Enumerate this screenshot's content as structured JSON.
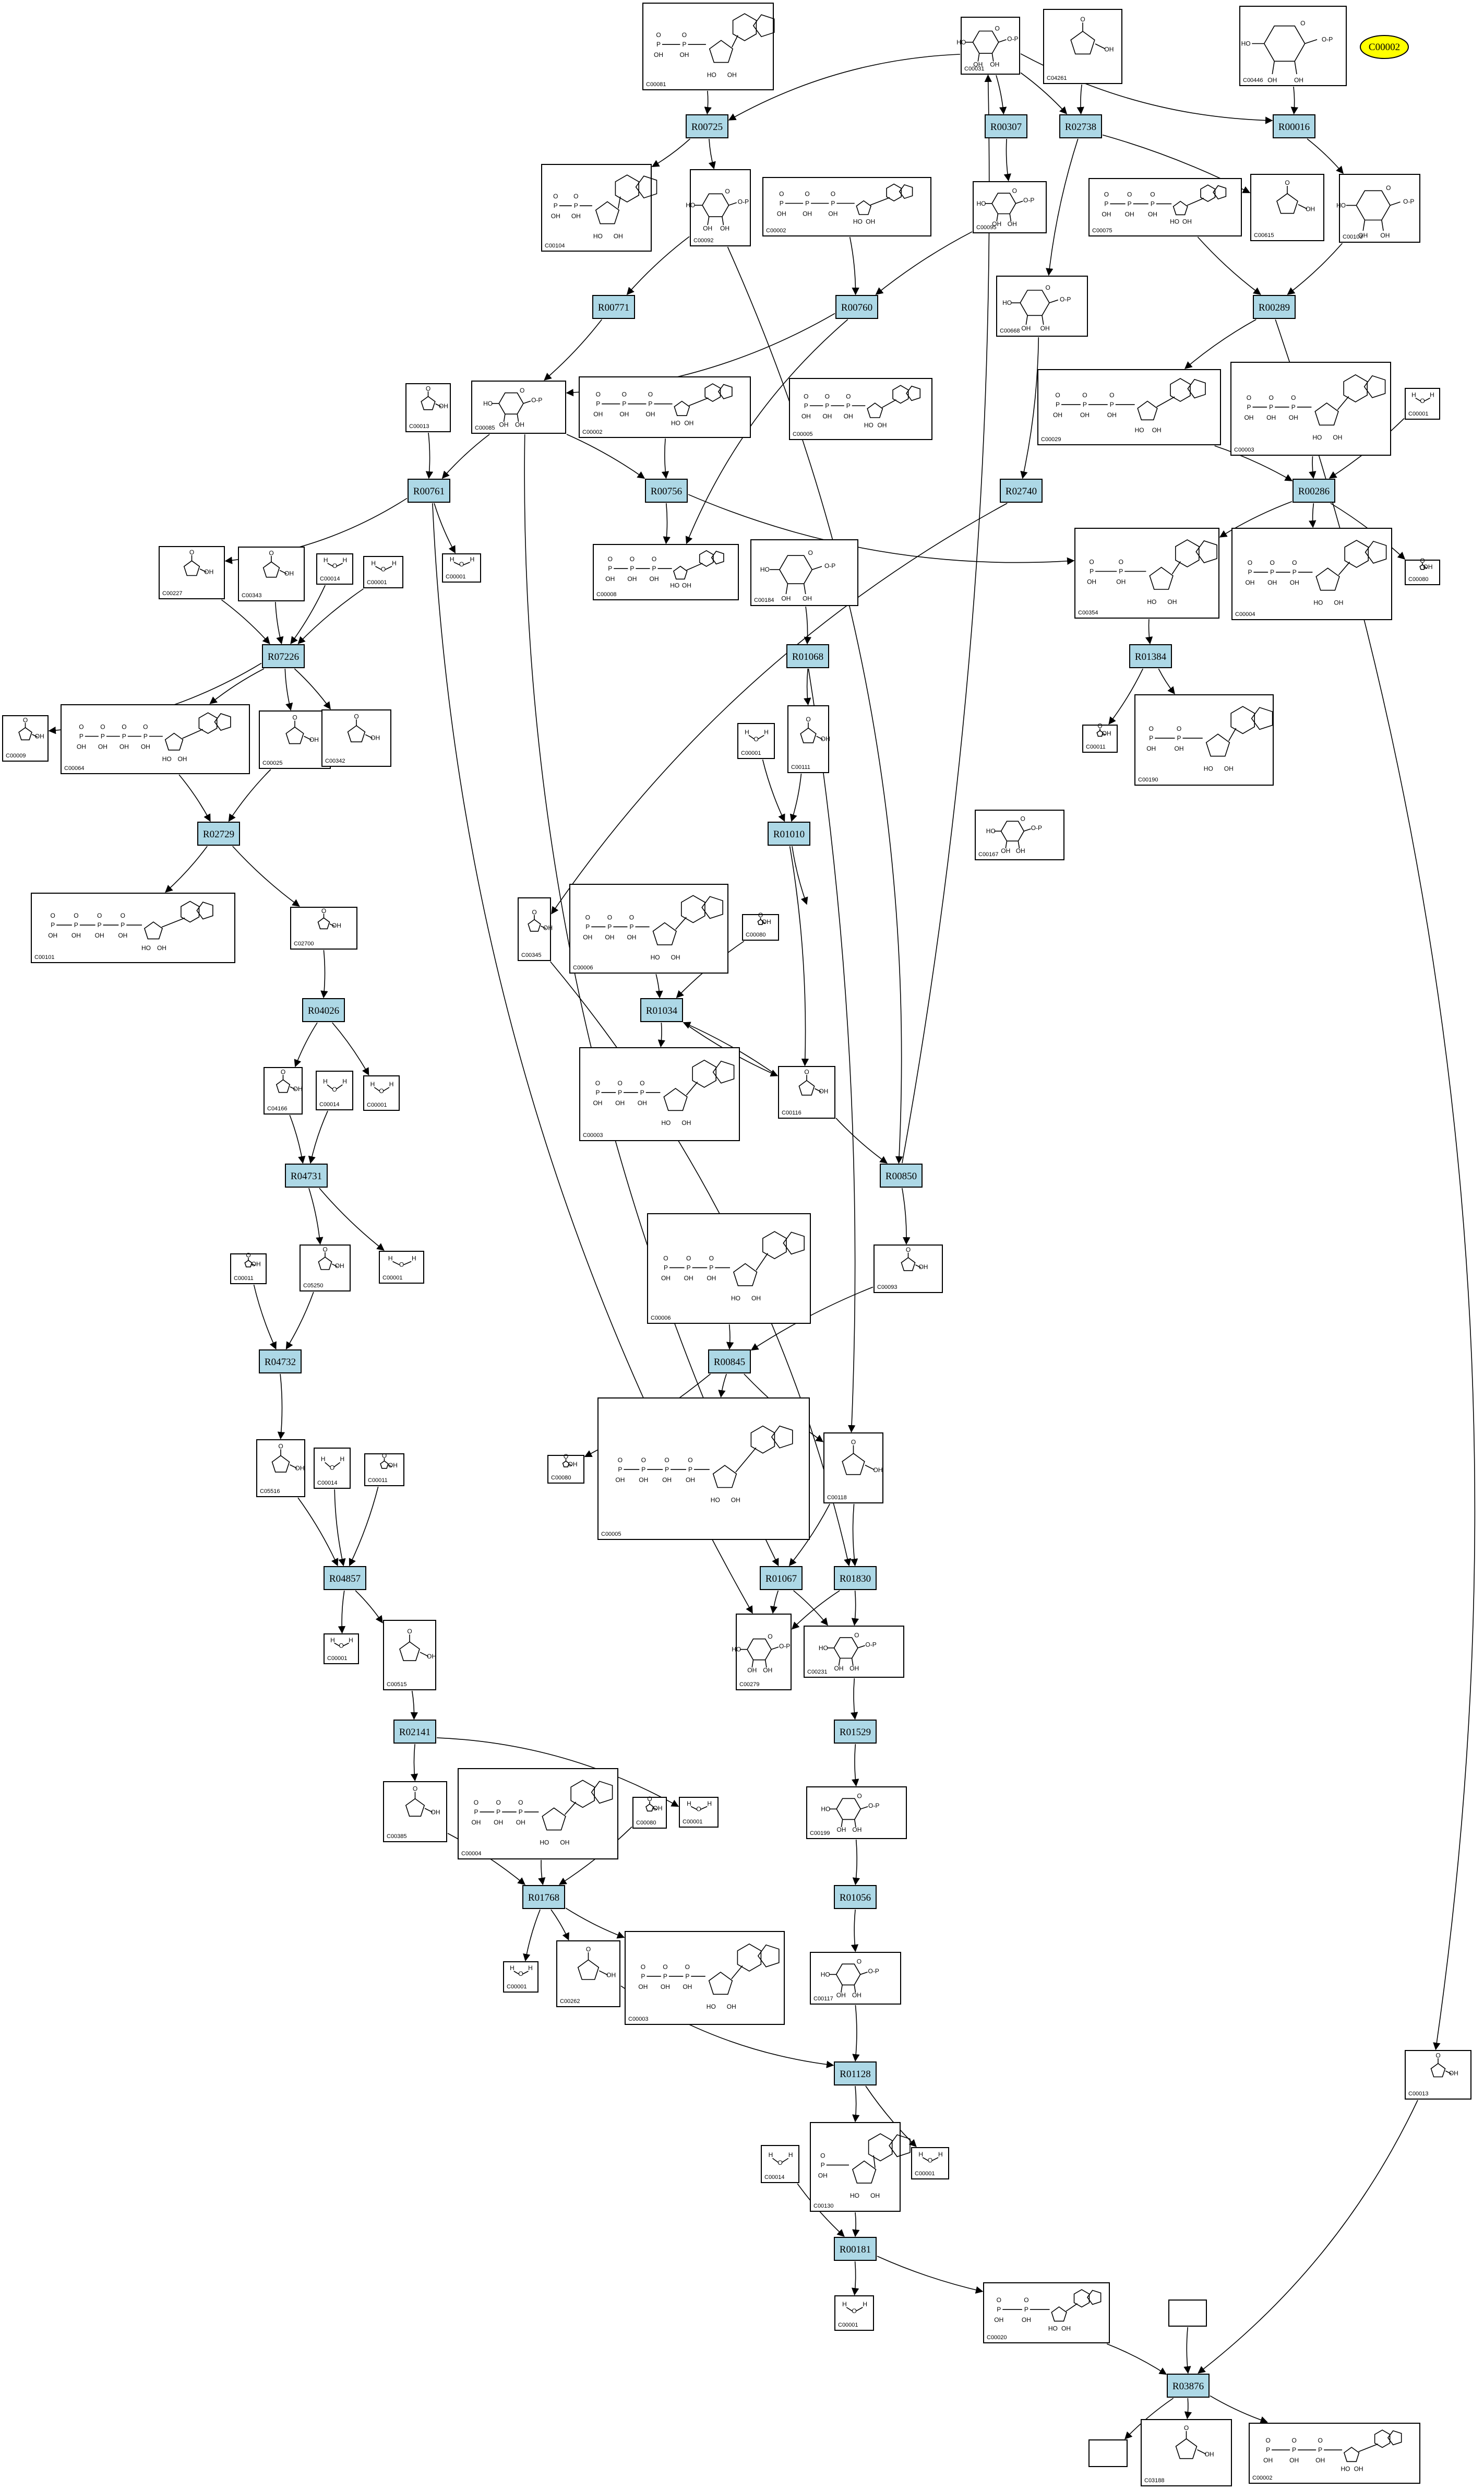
{
  "colors": {
    "reaction_fill": "#add8e6",
    "highlight_fill": "#ffff00",
    "stroke": "#000000",
    "background": "#ffffff"
  },
  "reactions": [
    {
      "id": "R00725",
      "label": "R00725"
    },
    {
      "id": "R00307",
      "label": "R00307"
    },
    {
      "id": "R02738",
      "label": "R02738"
    },
    {
      "id": "R00016",
      "label": "R00016"
    },
    {
      "id": "R00771",
      "label": "R00771"
    },
    {
      "id": "R00760",
      "label": "R00760"
    },
    {
      "id": "R00289",
      "label": "R00289"
    },
    {
      "id": "R00761",
      "label": "R00761"
    },
    {
      "id": "R00756",
      "label": "R00756"
    },
    {
      "id": "R02740",
      "label": "R02740"
    },
    {
      "id": "R00286",
      "label": "R00286"
    },
    {
      "id": "R07226",
      "label": "R07226"
    },
    {
      "id": "R01068",
      "label": "R01068"
    },
    {
      "id": "R01384",
      "label": "R01384"
    },
    {
      "id": "R02729",
      "label": "R02729"
    },
    {
      "id": "R01010",
      "label": "R01010"
    },
    {
      "id": "R04026",
      "label": "R04026"
    },
    {
      "id": "R01034",
      "label": "R01034"
    },
    {
      "id": "R04731",
      "label": "R04731"
    },
    {
      "id": "R00850",
      "label": "R00850"
    },
    {
      "id": "R04732",
      "label": "R04732"
    },
    {
      "id": "R00845",
      "label": "R00845"
    },
    {
      "id": "R04857",
      "label": "R04857"
    },
    {
      "id": "R01067",
      "label": "R01067"
    },
    {
      "id": "R01830",
      "label": "R01830"
    },
    {
      "id": "R02141",
      "label": "R02141"
    },
    {
      "id": "R01529",
      "label": "R01529"
    },
    {
      "id": "R01768",
      "label": "R01768"
    },
    {
      "id": "R01056",
      "label": "R01056"
    },
    {
      "id": "R01128",
      "label": "R01128"
    },
    {
      "id": "R00181",
      "label": "R00181"
    },
    {
      "id": "R03876",
      "label": "R03876"
    }
  ],
  "highlight": {
    "id": "C00002",
    "label": "C00002"
  },
  "compounds": [
    {
      "key": "c00081",
      "id": "C00081"
    },
    {
      "key": "c00031",
      "id": "C00031"
    },
    {
      "key": "c04261",
      "id": "C04261"
    },
    {
      "key": "c00446",
      "id": "C00446"
    },
    {
      "key": "c00104",
      "id": "C00104"
    },
    {
      "key": "c00092",
      "id": "C00092"
    },
    {
      "key": "c00002a",
      "id": "C00002"
    },
    {
      "key": "c00095",
      "id": "C00095"
    },
    {
      "key": "c00075",
      "id": "C00075"
    },
    {
      "key": "c00615",
      "id": "C00615"
    },
    {
      "key": "c00103",
      "id": "C00103"
    },
    {
      "key": "c00668",
      "id": "C00668"
    },
    {
      "key": "c00013",
      "id": "C00013"
    },
    {
      "key": "c00085",
      "id": "C00085"
    },
    {
      "key": "c00002b",
      "id": "C00002"
    },
    {
      "key": "c00005a",
      "id": "C00005"
    },
    {
      "key": "c00029",
      "id": "C00029"
    },
    {
      "key": "c00003a",
      "id": "C00003"
    },
    {
      "key": "c00001a",
      "id": "C00001"
    },
    {
      "key": "c00008",
      "id": "C00008"
    },
    {
      "key": "c00001b",
      "id": "C00001"
    },
    {
      "key": "c00227",
      "id": "C00227"
    },
    {
      "key": "c00343",
      "id": "C00343"
    },
    {
      "key": "c00014a",
      "id": "C00014"
    },
    {
      "key": "c00001c",
      "id": "C00001"
    },
    {
      "key": "c00354",
      "id": "C00354"
    },
    {
      "key": "c00009a",
      "id": "C00009"
    },
    {
      "key": "c00167",
      "id": "C00167"
    },
    {
      "key": "c00080a",
      "id": "C00080"
    },
    {
      "key": "c00004a",
      "id": "C00004"
    },
    {
      "key": "c00064",
      "id": "C00064"
    },
    {
      "key": "c00025",
      "id": "C00025"
    },
    {
      "key": "c00342",
      "id": "C00342"
    },
    {
      "key": "c00001d",
      "id": "C00001"
    },
    {
      "key": "c00111",
      "id": "C00111"
    },
    {
      "key": "c00011a",
      "id": "C00011"
    },
    {
      "key": "c00190",
      "id": "C00190"
    },
    {
      "key": "c00101",
      "id": "C00101"
    },
    {
      "key": "c02700",
      "id": "C02700"
    },
    {
      "key": "c00345",
      "id": "C00345"
    },
    {
      "key": "c00184",
      "id": "C00184"
    },
    {
      "key": "c00006a",
      "id": "C00006"
    },
    {
      "key": "c00080b",
      "id": "C00080"
    },
    {
      "key": "c00003b",
      "id": "C00003"
    },
    {
      "key": "c00116",
      "id": "C00116"
    },
    {
      "key": "c04166",
      "id": "C04166"
    },
    {
      "key": "c00014b",
      "id": "C00014"
    },
    {
      "key": "c00001e",
      "id": "C00001"
    },
    {
      "key": "c00011b",
      "id": "C00011"
    },
    {
      "key": "c05250",
      "id": "C05250"
    },
    {
      "key": "c00001f",
      "id": "C00001"
    },
    {
      "key": "c00006b",
      "id": "C00006"
    },
    {
      "key": "c00093",
      "id": "C00093"
    },
    {
      "key": "c00080c",
      "id": "C00080"
    },
    {
      "key": "c00005b",
      "id": "C00005"
    },
    {
      "key": "c00118",
      "id": "C00118"
    },
    {
      "key": "c05516",
      "id": "C05516"
    },
    {
      "key": "c00014c",
      "id": "C00014"
    },
    {
      "key": "c00011c",
      "id": "C00011"
    },
    {
      "key": "c00001g",
      "id": "C00001"
    },
    {
      "key": "c00279",
      "id": "C00279"
    },
    {
      "key": "c00231",
      "id": "C00231"
    },
    {
      "key": "c00515",
      "id": "C00515"
    },
    {
      "key": "c00199",
      "id": "C00199"
    },
    {
      "key": "c00385",
      "id": "C00385"
    },
    {
      "key": "c00004b",
      "id": "C00004"
    },
    {
      "key": "c00080d",
      "id": "C00080"
    },
    {
      "key": "c00001h",
      "id": "C00001"
    },
    {
      "key": "c00117",
      "id": "C00117"
    },
    {
      "key": "c00001i",
      "id": "C00001"
    },
    {
      "key": "c00262",
      "id": "C00262"
    },
    {
      "key": "c00003c",
      "id": "C00003"
    },
    {
      "key": "c00013b",
      "id": "C00013"
    },
    {
      "key": "c00014d",
      "id": "C00014"
    },
    {
      "key": "c00130",
      "id": "C00130"
    },
    {
      "key": "c00001j",
      "id": "C00001"
    },
    {
      "key": "c00001k",
      "id": "C00001"
    },
    {
      "key": "c00020",
      "id": "C00020"
    },
    {
      "key": "cblank1",
      "id": ""
    },
    {
      "key": "cblank2",
      "id": ""
    },
    {
      "key": "c03188",
      "id": "C03188"
    },
    {
      "key": "c00002c",
      "id": "C00002"
    }
  ]
}
